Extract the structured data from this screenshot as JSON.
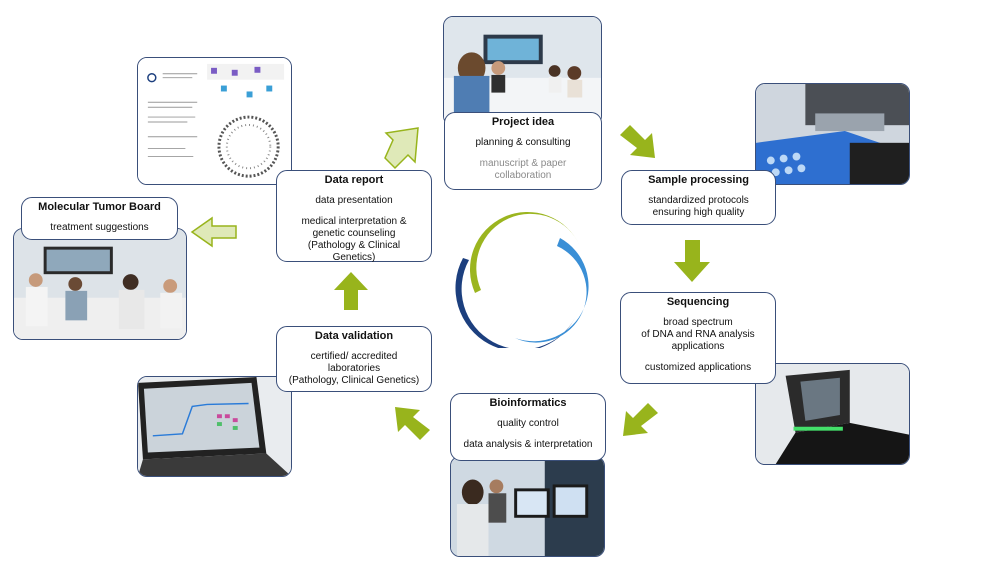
{
  "colors": {
    "arrow": "#98b41c",
    "arrow_light": "#dfe9b8",
    "border": "#3a4f7a",
    "logo_green": "#9bb51f",
    "logo_dark": "#1c3f7e",
    "logo_light": "#3a8fd6"
  },
  "nodes": {
    "project_idea": {
      "title": "Project idea",
      "lines": [
        "planning  & consulting"
      ],
      "grey_lines": [
        "manuscript  & paper",
        "collaboration"
      ]
    },
    "sample_processing": {
      "title": "Sample processing",
      "lines": [
        "standardized protocols",
        "ensuring high quality"
      ]
    },
    "sequencing": {
      "title": "Sequencing",
      "lines": [
        "broad spectrum",
        "of DNA and RNA analysis",
        "applications"
      ],
      "lines2": [
        "customized applications"
      ]
    },
    "bioinformatics": {
      "title": "Bioinformatics",
      "lines": [
        "quality control"
      ],
      "lines2": [
        "data analysis & interpretation"
      ]
    },
    "data_validation": {
      "title": "Data validation",
      "lines": [
        "certified/ accredited",
        "laboratories",
        "(Pathology, Clinical Genetics)"
      ]
    },
    "data_report": {
      "title": "Data report",
      "lines": [
        "data presentation"
      ],
      "lines2": [
        "medical interpretation  &",
        "genetic counseling",
        "(Pathology & Clinical",
        "Genetics)"
      ]
    },
    "tumor_board": {
      "title": "Molecular Tumor Board",
      "lines": [
        "treatment suggestions"
      ]
    }
  },
  "photos": [
    {
      "name": "meeting-photo"
    },
    {
      "name": "pipetting-photo"
    },
    {
      "name": "sequencer-photo"
    },
    {
      "name": "bioinformatics-photo"
    },
    {
      "name": "laptop-qpcr-photo"
    },
    {
      "name": "report-document-image"
    },
    {
      "name": "tumor-board-photo"
    }
  ]
}
